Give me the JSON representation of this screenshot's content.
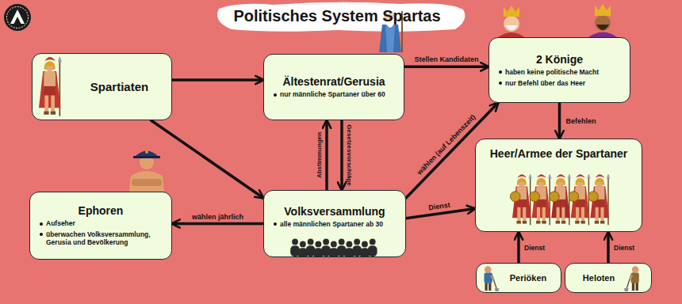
{
  "diagram": {
    "title": "Politisches System Spartas",
    "nodes": [
      {
        "text": [
          "Spartiaten"
        ]
      },
      {
        "text": [
          "Ältestenrat/Gerusia",
          "nur männliche Spartaner über 60"
        ]
      },
      {
        "text": [
          "2 Könige",
          "haben keine politische Macht",
          "nur Befehl über das Heer"
        ]
      },
      {
        "text": [
          "Heer/Armee der Spartaner"
        ]
      },
      {
        "text": [
          "Ephoren",
          "Aufseher",
          "überwachen Volksversammlung, Gerusia und Bevölkerung"
        ]
      },
      {
        "text": [
          "Volksversammlung",
          "alle männlichen Spartaner ab 30"
        ]
      },
      {
        "text": [
          "Periöken"
        ]
      },
      {
        "text": [
          "Heloten"
        ]
      }
    ],
    "edges": [
      {
        "from": 0,
        "to": 1,
        "arrow": "to"
      },
      {
        "from": 0,
        "to": 5,
        "arrow": "to"
      },
      {
        "from": 1,
        "to": 2,
        "label": "Stellen Kandidaten",
        "arrow": "to"
      },
      {
        "from": 5,
        "to": 1,
        "label": "Abstimmungen",
        "arrow": "to"
      },
      {
        "from": 1,
        "to": 5,
        "label": "Gesetzesvorschläge",
        "arrow": "to"
      },
      {
        "from": 5,
        "to": 2,
        "label": "wählen (auf Lebenszeit)",
        "arrow": "to"
      },
      {
        "from": 5,
        "to": 4,
        "label": "wählen jährlich",
        "arrow": "to"
      },
      {
        "from": 5,
        "to": 3,
        "label": "Dienst",
        "arrow": "to"
      },
      {
        "from": 2,
        "to": 3,
        "label": "Befehlen",
        "arrow": "to"
      },
      {
        "from": 6,
        "to": 3,
        "label": "Dienst",
        "arrow": "to"
      },
      {
        "from": 7,
        "to": 3,
        "label": "Dienst",
        "arrow": "to"
      }
    ]
  }
}
